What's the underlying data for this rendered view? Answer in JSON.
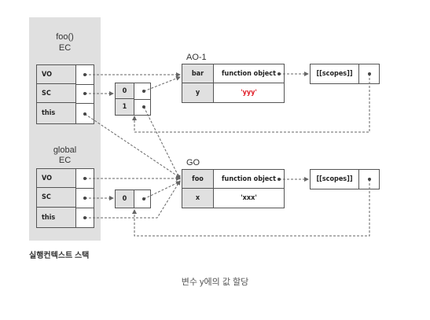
{
  "stack": {
    "foo_ec_title": "foo()",
    "foo_ec_sub": "EC",
    "global_ec_title": "global",
    "global_ec_sub": "EC",
    "caption": "실행컨텍스트 스택",
    "rows": {
      "vo": "VO",
      "sc": "SC",
      "this": "this"
    }
  },
  "scope_chain": {
    "foo_items": [
      "0",
      "1"
    ],
    "global_items": [
      "0"
    ]
  },
  "ao": {
    "label": "AO-1",
    "rows": [
      {
        "key": "bar",
        "value": "function object"
      },
      {
        "key": "y",
        "value": "'yyy'"
      }
    ]
  },
  "go": {
    "label": "GO",
    "rows": [
      {
        "key": "foo",
        "value": "function object"
      },
      {
        "key": "x",
        "value": "'xxx'"
      }
    ]
  },
  "scopes_label": "[[scopes]]",
  "figure_caption": "변수 y에의 값 할당",
  "colors": {
    "highlight": "#e0202a",
    "stack_bg": "#e0e0e0",
    "border": "#555555",
    "line": "#666666"
  }
}
